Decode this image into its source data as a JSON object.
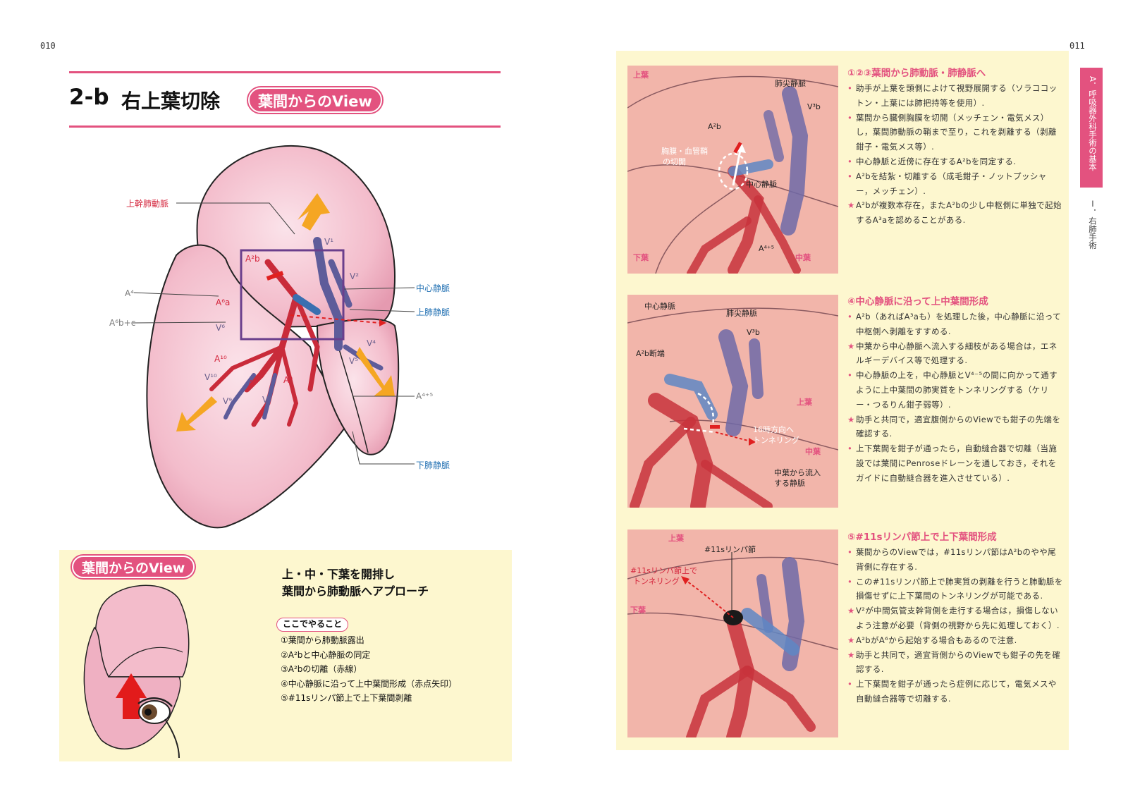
{
  "page_numbers": {
    "left": "010",
    "right": "011"
  },
  "title": {
    "number": "2-b",
    "text": "右上葉切除",
    "badge": "葉間からのView"
  },
  "main_figure": {
    "labels": {
      "upper_trunk": "上幹肺動脈",
      "a4": "A⁴",
      "a6a": "A⁶a",
      "a6bc": "A⁶b+c",
      "a2b": "A²b",
      "v1": "V¹",
      "v2": "V²",
      "v6": "V⁶",
      "v4": "V⁴",
      "v5": "V⁵",
      "a10": "A¹⁰",
      "v10": "V¹⁰",
      "a8": "A⁸",
      "a9": "A⁹",
      "v9": "V⁹",
      "v8": "V⁸",
      "a45": "A⁴⁺⁵",
      "central_vein": "中心静脈",
      "superior_vein": "上肺静脈",
      "inferior_vein": "下肺静脈"
    }
  },
  "view_box": {
    "badge": "葉間からのView",
    "heading_line1": "上・中・下葉を開排し",
    "heading_line2": "葉間から肺動脈へアプローチ",
    "todo_tag": "ここでやること",
    "todo": [
      "①葉間から肺動脈露出",
      "②A²bと中心静脈の同定",
      "③A²bの切離（赤線）",
      "④中心静脈に沿って上中葉間形成（赤点矢印）",
      "⑤#11sリンパ節上で上下葉間剥離"
    ]
  },
  "panels": {
    "p1": {
      "upper": "上葉",
      "lower": "下葉",
      "middle": "中葉",
      "apical_vein": "肺尖静脈",
      "v3b": "V³b",
      "a2b": "A²b",
      "pleura_cut_1": "胸膜・血管鞘",
      "pleura_cut_2": "の切開",
      "central_vein": "中心静脈",
      "a45": "A⁴⁺⁵"
    },
    "p2": {
      "central_vein": "中心静脈",
      "apical_vein": "肺尖静脈",
      "v3b": "V³b",
      "a2b_stump": "A²b断端",
      "upper": "上葉",
      "middle": "中葉",
      "tunnel_1": "16時方向へ",
      "tunnel_2": "トンネリング",
      "mid_vein_1": "中葉から流入",
      "mid_vein_2": "する静脈"
    },
    "p3": {
      "upper": "上葉",
      "lower": "下葉",
      "node": "#11sリンパ節",
      "tunnel_1": "#11sリンパ節上で",
      "tunnel_2": "トンネリング"
    }
  },
  "sections": [
    {
      "heading": "①②③葉間から肺動脈・肺静脈へ",
      "items": [
        {
          "mark": "•",
          "text": "助手が上葉を頭側によけて視野展開する（ソラココットン・上葉には肺把持等を使用）."
        },
        {
          "mark": "•",
          "text": "葉間から臓側胸膜を切開（メッチェン・電気メス）し，葉間肺動脈の鞘まで至り，これを剥離する（剥離鉗子・電気メス等）."
        },
        {
          "mark": "•",
          "text": "中心静脈と近傍に存在するA²bを同定する."
        },
        {
          "mark": "•",
          "text": "A²bを結紮・切離する（成毛鉗子・ノットプッシャー，メッチェン）."
        },
        {
          "mark": "★",
          "text": "A²bが複数本存在，またA²bの少し中枢側に単独で起始するA³aを認めることがある."
        }
      ]
    },
    {
      "heading": "④中心静脈に沿って上中葉間形成",
      "items": [
        {
          "mark": "•",
          "text": "A²b（あればA³aも）を処理した後，中心静脈に沿って中枢側へ剥離をすすめる."
        },
        {
          "mark": "★",
          "text": "中葉から中心静脈へ流入する細枝がある場合は，エネルギーデバイス等で処理する."
        },
        {
          "mark": "•",
          "text": "中心静脈の上を，中心静脈とV⁴⁻⁵の間に向かって通すように上中葉間の肺実質をトンネリングする（ケリー・つるりん鉗子弱等）."
        },
        {
          "mark": "★",
          "text": "助手と共同で，適宜腹側からのViewでも鉗子の先端を確認する."
        },
        {
          "mark": "•",
          "text": "上下葉間を鉗子が通ったら，自動縫合器で切離（当施設では葉間にPenroseドレーンを通しておき，それをガイドに自動縫合器を進入させている）."
        }
      ]
    },
    {
      "heading": "⑤#11sリンパ節上で上下葉間形成",
      "items": [
        {
          "mark": "•",
          "text": "葉間からのViewでは，#11sリンパ節はA²bのやや尾背側に存在する."
        },
        {
          "mark": "•",
          "text": "この#11sリンパ節上で肺実質の剥離を行うと肺動脈を損傷せずに上下葉間のトンネリングが可能である."
        },
        {
          "mark": "★",
          "text": "V²が中間気管支幹背側を走行する場合は，損傷しないよう注意が必要（背側の視野から先に処理しておく）."
        },
        {
          "mark": "★",
          "text": "A²bがA⁶から起始する場合もあるので注意."
        },
        {
          "mark": "★",
          "text": "助手と共同で，適宜背側からのViewでも鉗子の先を確認する."
        },
        {
          "mark": "•",
          "text": "上下葉間を鉗子が通ったら症例に応じて，電気メスや自動縫合器等で切離する."
        }
      ]
    }
  ],
  "side_tab": {
    "chapter": "A．呼吸器外科手術の基本",
    "section": "Ⅰ．右肺手術"
  },
  "colors": {
    "accent": "#e3527f",
    "paper": "#fdf7cf",
    "artery": "#d4253c",
    "vein": "#1f6fb2"
  }
}
